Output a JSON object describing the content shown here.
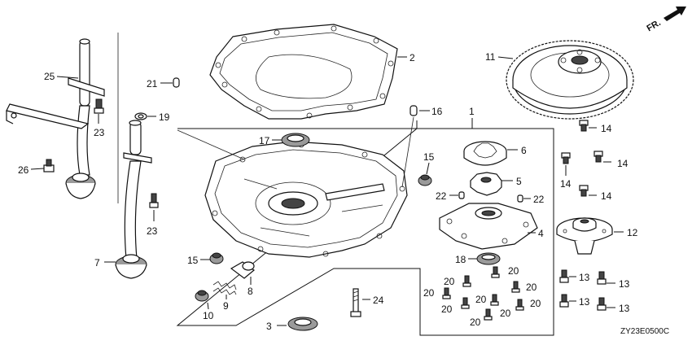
{
  "diagram": {
    "code": "ZY23E0500C",
    "direction_label": "FR.",
    "callouts": [
      {
        "key": "c25",
        "text": "25"
      },
      {
        "key": "c23a",
        "text": "23"
      },
      {
        "key": "c26",
        "text": "26"
      },
      {
        "key": "c21",
        "text": "21"
      },
      {
        "key": "c19",
        "text": "19"
      },
      {
        "key": "c23b",
        "text": "23"
      },
      {
        "key": "c7",
        "text": "7"
      },
      {
        "key": "c2",
        "text": "2"
      },
      {
        "key": "c16",
        "text": "16"
      },
      {
        "key": "c1",
        "text": "1"
      },
      {
        "key": "c17",
        "text": "17"
      },
      {
        "key": "c15a",
        "text": "15"
      },
      {
        "key": "c15b",
        "text": "15"
      },
      {
        "key": "c8",
        "text": "8"
      },
      {
        "key": "c9",
        "text": "9"
      },
      {
        "key": "c10",
        "text": "10"
      },
      {
        "key": "c3",
        "text": "3"
      },
      {
        "key": "c24",
        "text": "24"
      },
      {
        "key": "c6",
        "text": "6"
      },
      {
        "key": "c5",
        "text": "5"
      },
      {
        "key": "c22a",
        "text": "22"
      },
      {
        "key": "c22b",
        "text": "22"
      },
      {
        "key": "c4",
        "text": "4"
      },
      {
        "key": "c18",
        "text": "18"
      },
      {
        "key": "c20a",
        "text": "20"
      },
      {
        "key": "c20b",
        "text": "20"
      },
      {
        "key": "c20c",
        "text": "20"
      },
      {
        "key": "c20d",
        "text": "20"
      },
      {
        "key": "c20e",
        "text": "20"
      },
      {
        "key": "c20f",
        "text": "20"
      },
      {
        "key": "c20g",
        "text": "20"
      },
      {
        "key": "c20h",
        "text": "20"
      },
      {
        "key": "c20i",
        "text": "20"
      },
      {
        "key": "c11",
        "text": "11"
      },
      {
        "key": "c14a",
        "text": "14"
      },
      {
        "key": "c14b",
        "text": "14"
      },
      {
        "key": "c14c",
        "text": "14"
      },
      {
        "key": "c14d",
        "text": "14"
      },
      {
        "key": "c12",
        "text": "12"
      },
      {
        "key": "c13a",
        "text": "13"
      },
      {
        "key": "c13b",
        "text": "13"
      },
      {
        "key": "c13c",
        "text": "13"
      },
      {
        "key": "c13d",
        "text": "13"
      }
    ]
  }
}
